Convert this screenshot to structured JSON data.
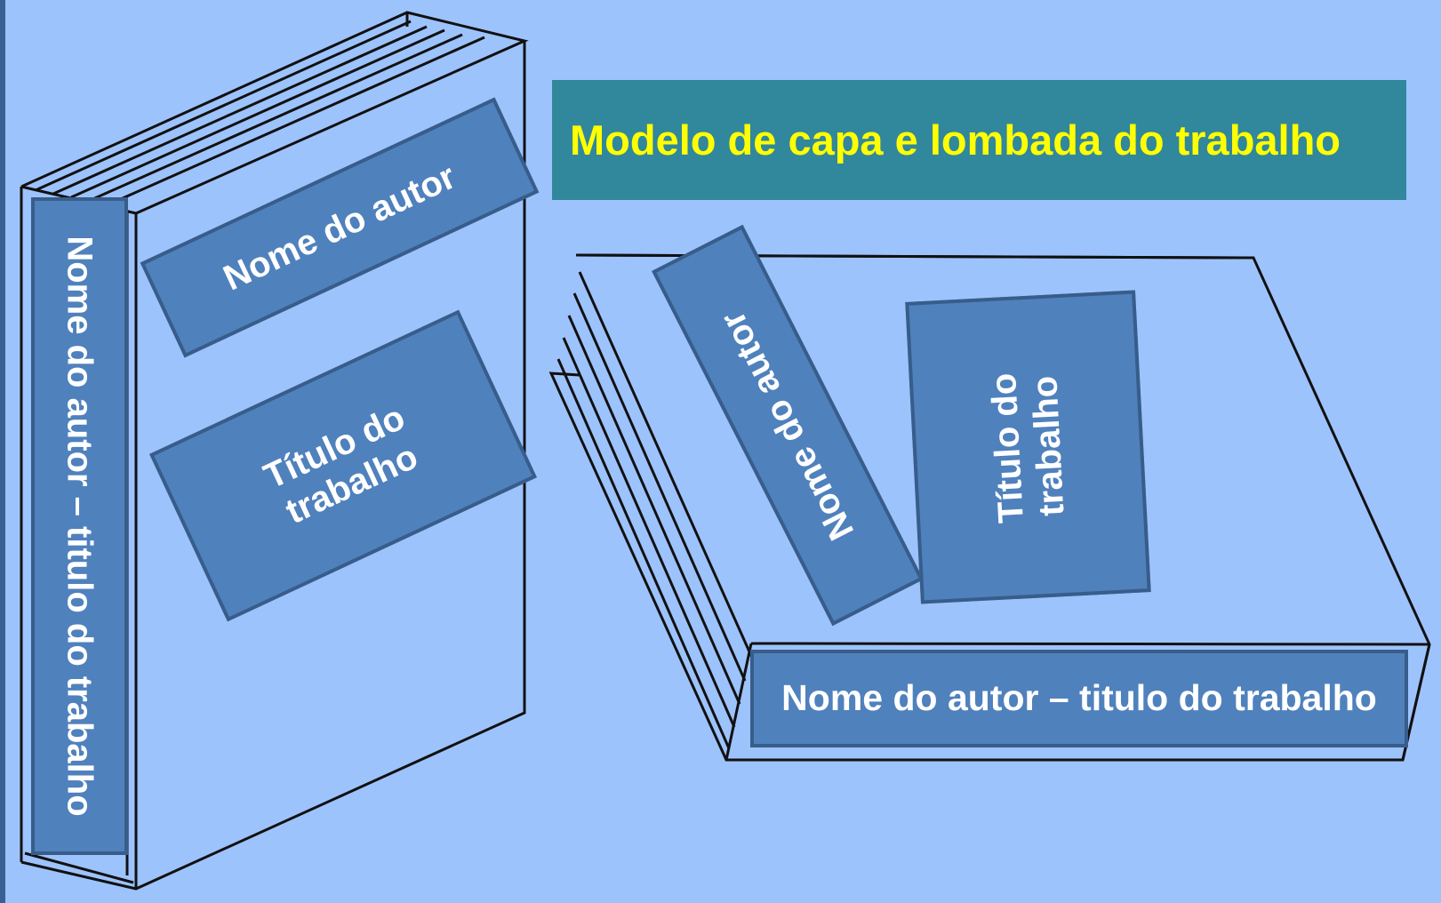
{
  "title": "Modelo de capa e lombada  do trabalho",
  "standing_book": {
    "spine_label": "Nome do autor – titulo do trabalho",
    "author_label": "Nome do autor",
    "title_label": "Título do trabalho",
    "title_label_line1": "Título do",
    "title_label_line2": "trabalho"
  },
  "lying_book": {
    "spine_label": "Nome do autor – titulo do trabalho",
    "author_label": "Nome do autor",
    "title_label_line1": "Título do",
    "title_label_line2": "trabalho"
  },
  "colors": {
    "background": "#9dc3fd",
    "title_box": "#31879c",
    "title_text": "#ffff00",
    "label_fill": "#4f81bd",
    "label_border": "#385d8a",
    "outline": "#111111"
  }
}
